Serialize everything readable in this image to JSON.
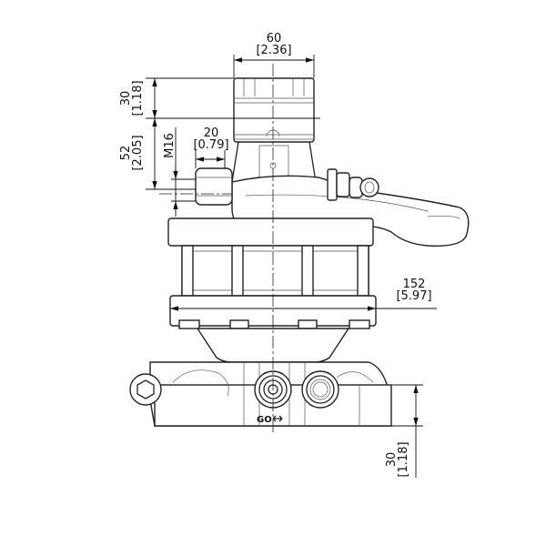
{
  "drawing": {
    "dimensions": {
      "top_width": {
        "mm": "60",
        "in": "[2.36]"
      },
      "top_height": {
        "mm": "30",
        "in": "[1.18]"
      },
      "mid_height": {
        "mm": "52",
        "in": "[2.05]"
      },
      "thread": "M16",
      "boss_width": {
        "mm": "20",
        "in": "[0.79]"
      },
      "flange_width": {
        "mm": "152",
        "in": "[5.97]"
      },
      "base_height": {
        "mm": "30",
        "in": "[1.18]"
      }
    },
    "port_label": "GO"
  }
}
